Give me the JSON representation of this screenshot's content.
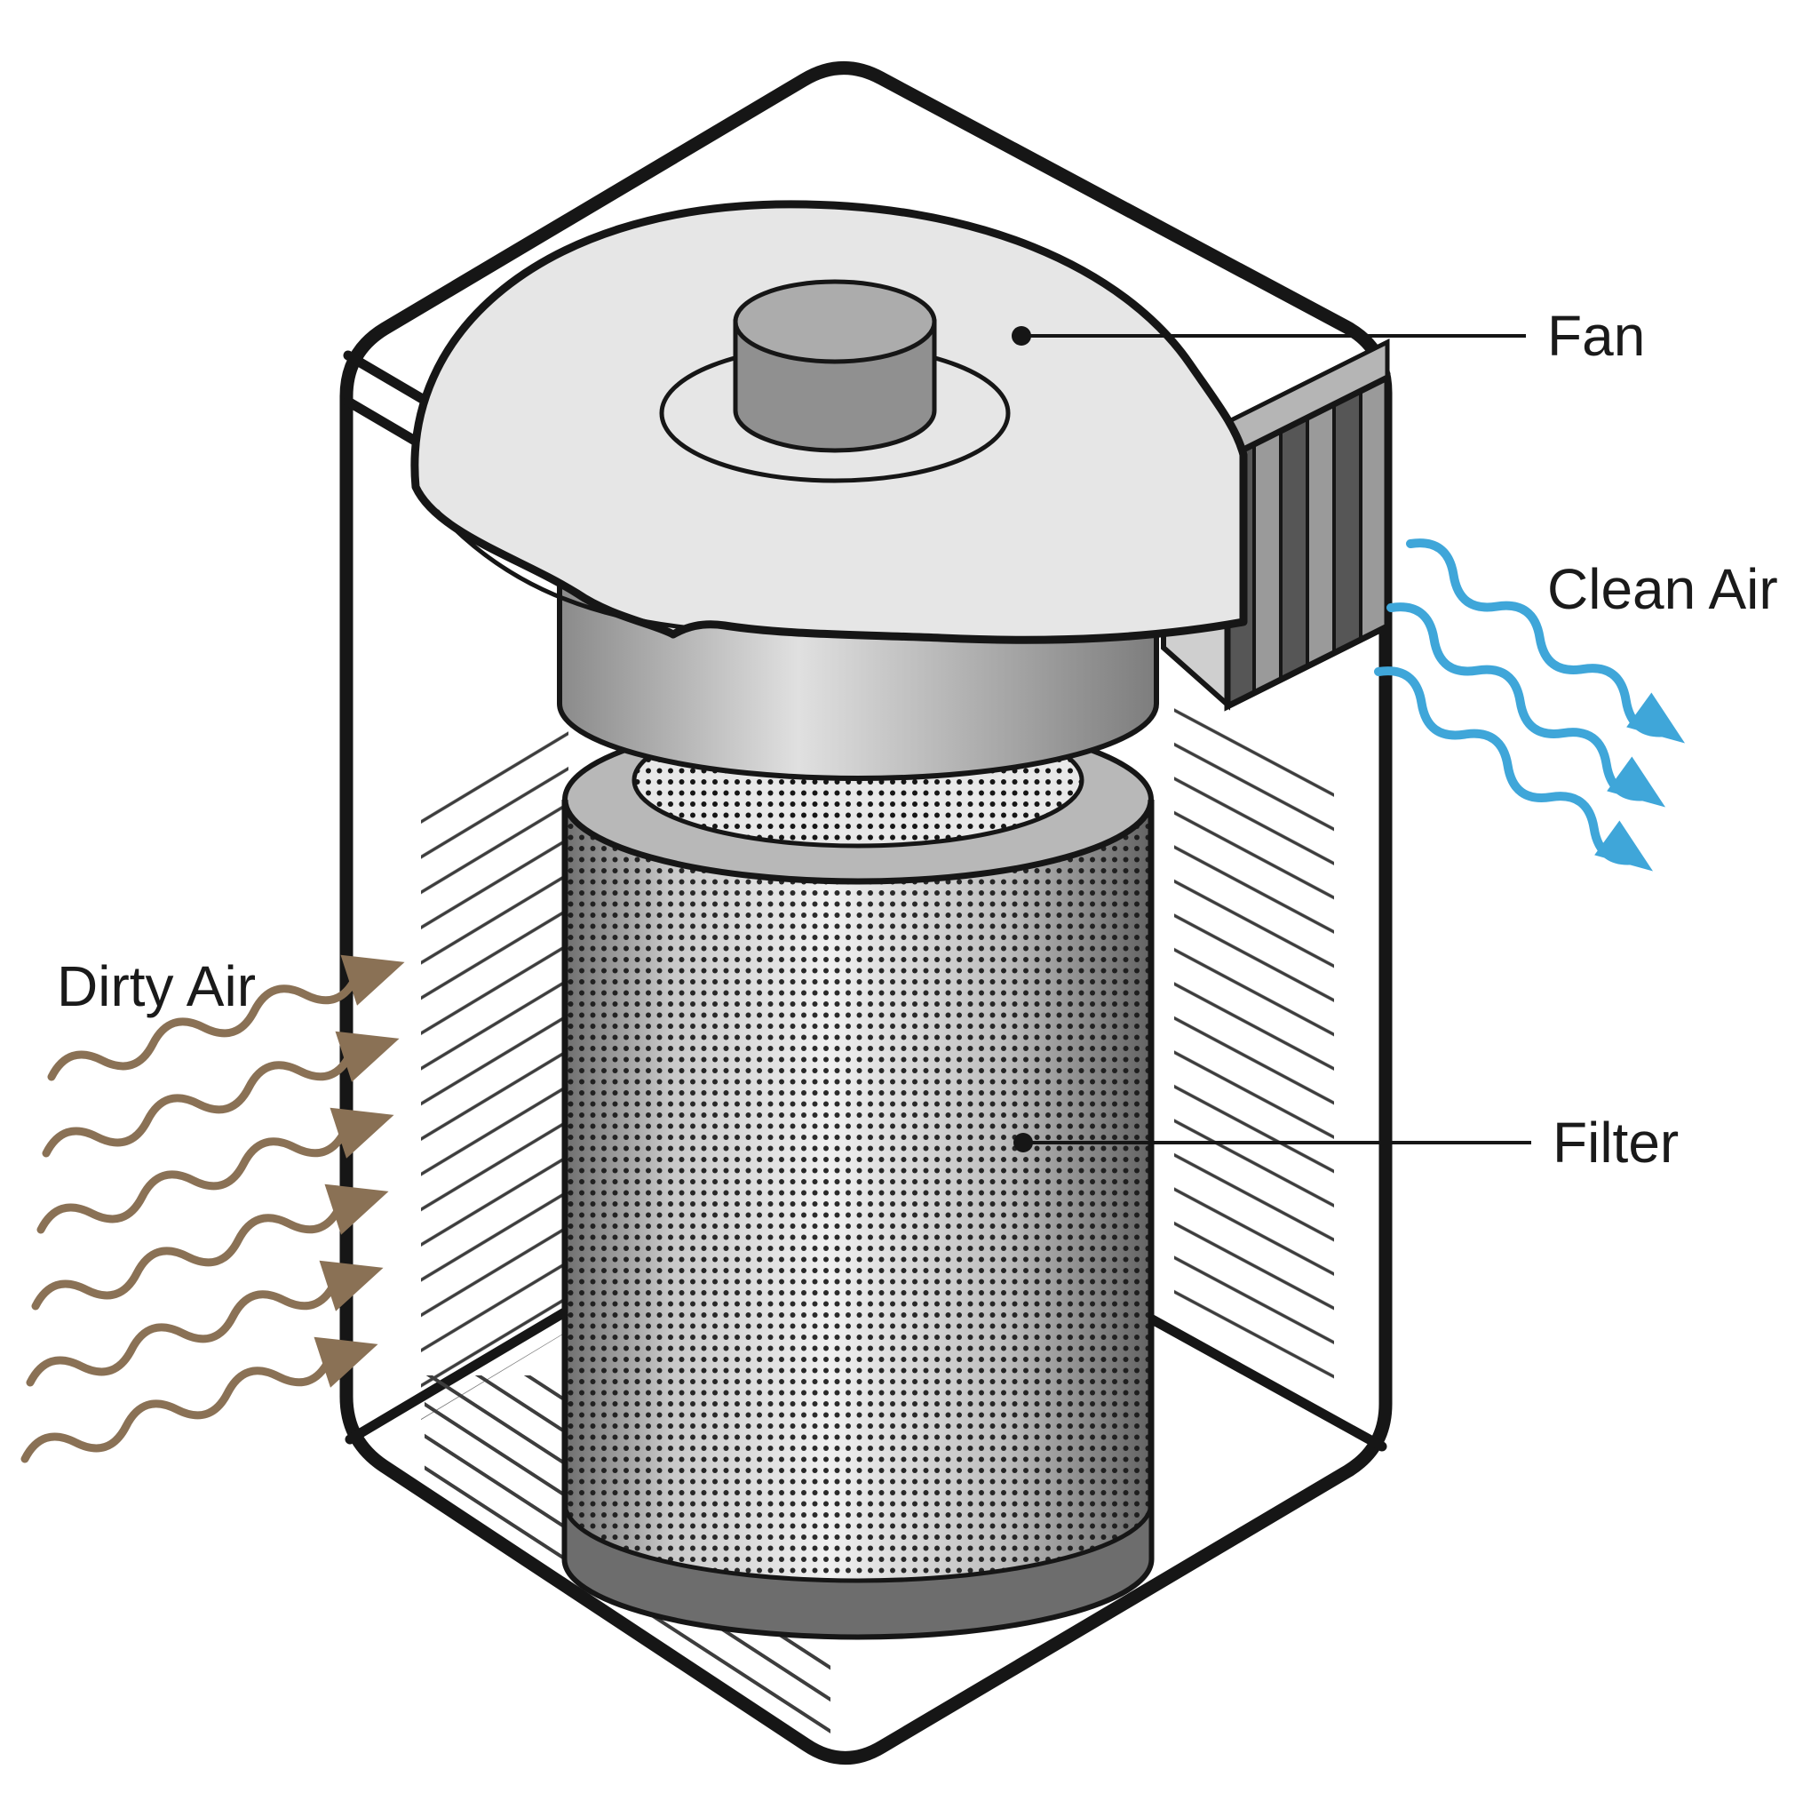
{
  "diagram": {
    "type": "air-purifier-cutaway",
    "labels": {
      "fan": "Fan",
      "clean_air": "Clean Air",
      "filter": "Filter",
      "dirty_air": "Dirty Air"
    },
    "colors": {
      "outline": "#161616",
      "label_text": "#1a1a1a",
      "clean_air_arrow": "#3fa6d9",
      "dirty_air_arrow": "#8a7155"
    }
  }
}
